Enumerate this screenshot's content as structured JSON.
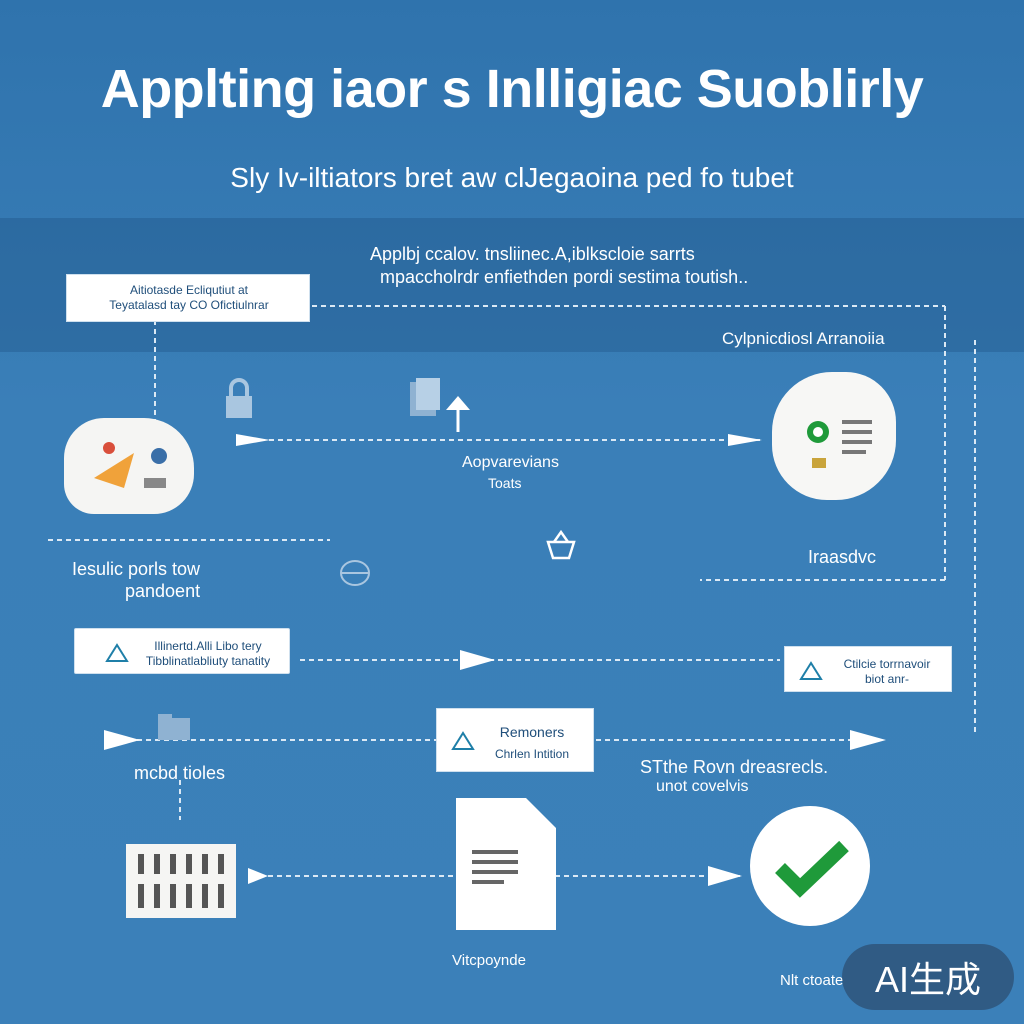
{
  "title": "Applting iaor s Inlligiac Suoblirly",
  "subtitle": "Sly Iv-iltiators bret aw clJegaoina ped fo tubet",
  "band_text": {
    "line1": "Applbj ccalov. tnsliinec.A,iblkscloie sarrts",
    "line2": "mpaccholrdr enfiethden pordi sestima toutish.."
  },
  "boxes": {
    "top_left": {
      "line1": "Aitiotasde Ecliqutiut at",
      "line2": "Teyatalasd tay CO Ofictiulnrar"
    },
    "mid_left": {
      "line1": "Illinertd.Alli Libo tery",
      "line2": "Tibblinatlabliuty tanatity"
    },
    "mid_right": {
      "line1": "Ctilcie torrnavoir",
      "line2": "biot anr-"
    },
    "center": {
      "line1": "Remoners",
      "line2": "Chrlen Intition"
    }
  },
  "labels": {
    "right_top": "Cylpnicdiosl Arranoiia",
    "center_mid": "Aopvarevians",
    "center_mid2": "Toats",
    "left_mid": "Iesulic porls tow",
    "left_mid2": "pandoent",
    "right_mid": "Iraasdvc",
    "left_bottom": "mcbd tioles",
    "right_bottom": "STthe Rovn dreasrecls.",
    "right_bottom2": "unot covelvis",
    "bottom_center": "Vitcpoynde",
    "bottom_right": "Nlt ctoate"
  },
  "badge": "AI生成",
  "colors": {
    "background": "#3a7fb8",
    "accent_green": "#1f9a3a",
    "box_text": "#1f4e7a"
  }
}
